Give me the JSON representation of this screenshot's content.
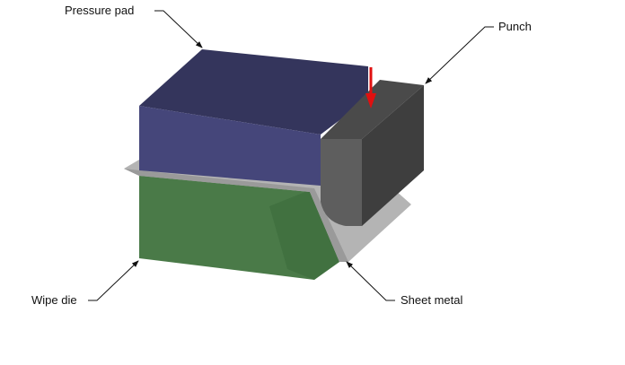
{
  "labels": {
    "pressure_pad": "Pressure pad",
    "punch": "Punch",
    "wipe_die": "Wipe die",
    "sheet_metal": "Sheet metal"
  },
  "colors": {
    "pad_top": "#34355c",
    "pad_front": "#45467a",
    "die": "#4a7a48",
    "die_dark": "#3c6a3c",
    "sheet": "#b4b4b4",
    "punch_front": "#5e5e5e",
    "punch_top": "#4a4a4a",
    "punch_side": "#3e3e3e",
    "arrow": "#e01010"
  }
}
